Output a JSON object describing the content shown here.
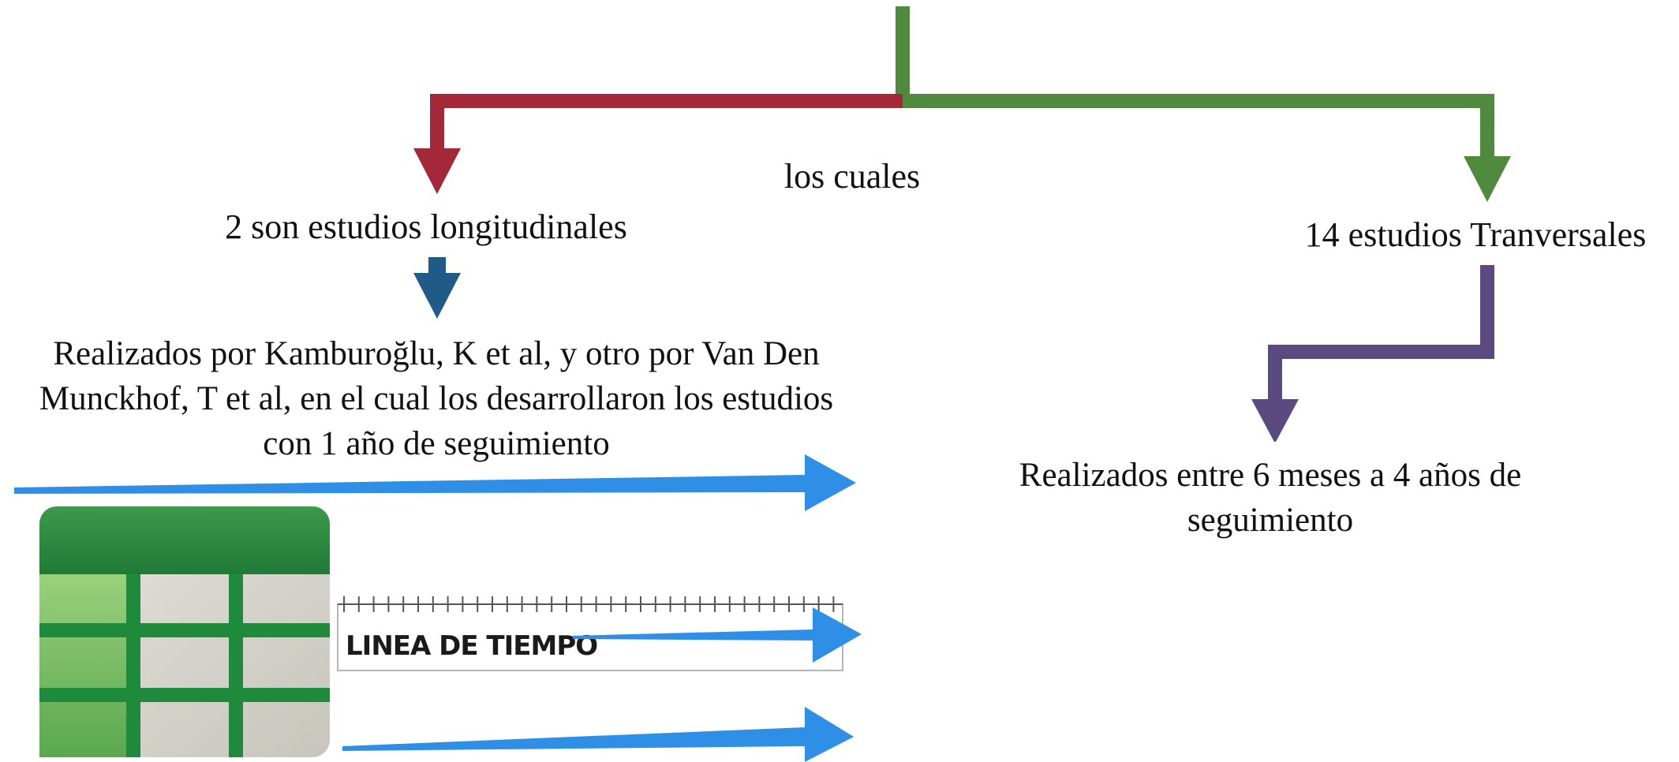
{
  "diagram": {
    "connector_label": "los cuales",
    "left_branch": {
      "heading": "2 son estudios longitudinales",
      "detail": "Realizados  por Kamburoğlu, K et al, y otro por Van Den Munckhof, T et al, en el cual los desarrollaron los estudios con 1 año de seguimiento",
      "connector_color": "#a3283a",
      "arrow_color": "#1f5b86"
    },
    "right_branch": {
      "heading": "14 estudios Tranversales",
      "detail": "Realizados entre 6 meses a 4 años de seguimiento",
      "connector_color": "#4f8a3f",
      "arrow_color": "#5b4a80"
    },
    "timeline_image": {
      "label": "LINEA DE TIEMPO",
      "arrow_color": "#2f8fe6",
      "icon_color": "#2e9d47"
    }
  }
}
